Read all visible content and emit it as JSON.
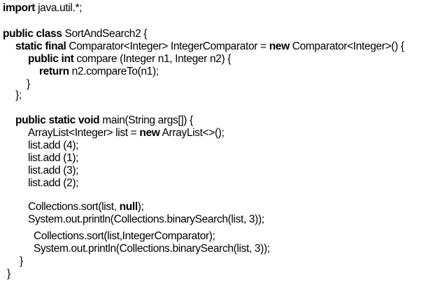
{
  "code": {
    "lines": [
      [
        {
          "t": "import",
          "k": true
        },
        {
          "t": " java.util.*;",
          "k": false
        }
      ],
      [
        {
          "t": "public class",
          "k": true
        },
        {
          "t": " SortAndSearch2 {",
          "k": false
        }
      ],
      [
        {
          "t": "static final",
          "k": true
        },
        {
          "t": " Comparator<Integer> IntegerComparator = ",
          "k": false
        },
        {
          "t": "new",
          "k": true
        },
        {
          "t": " Comparator<Integer>() {",
          "k": false
        }
      ],
      [
        {
          "t": "public int",
          "k": true
        },
        {
          "t": " compare (Integer n1, Integer n2) {",
          "k": false
        }
      ],
      [
        {
          "t": "return",
          "k": true
        },
        {
          "t": " n2.compareTo(n1);",
          "k": false
        }
      ],
      [
        {
          "t": "}",
          "k": false
        }
      ],
      [
        {
          "t": "};",
          "k": false
        }
      ],
      [
        {
          "t": "public static void",
          "k": true
        },
        {
          "t": " main(String args[]) {",
          "k": false
        }
      ],
      [
        {
          "t": "ArrayList<Integer> list = ",
          "k": false
        },
        {
          "t": "new",
          "k": true
        },
        {
          "t": " ArrayList<>();",
          "k": false
        }
      ],
      [
        {
          "t": "list.add (4);",
          "k": false
        }
      ],
      [
        {
          "t": "list.add (1);",
          "k": false
        }
      ],
      [
        {
          "t": "list.add (3);",
          "k": false
        }
      ],
      [
        {
          "t": "list.add (2);",
          "k": false
        }
      ],
      [
        {
          "t": "Collections.sort(list, ",
          "k": false
        },
        {
          "t": "null",
          "k": true
        },
        {
          "t": ");",
          "k": false
        }
      ],
      [
        {
          "t": "System.out.println(Collections.binarySearch(list, 3));",
          "k": false
        }
      ],
      [
        {
          "t": "Collections.sort(list,IntegerComparator);",
          "k": false
        }
      ],
      [
        {
          "t": "System.out.println(Collections.binarySearch(list, 3));",
          "k": false
        }
      ],
      [
        {
          "t": "}",
          "k": false
        }
      ],
      [
        {
          "t": "}",
          "k": false
        }
      ]
    ]
  }
}
